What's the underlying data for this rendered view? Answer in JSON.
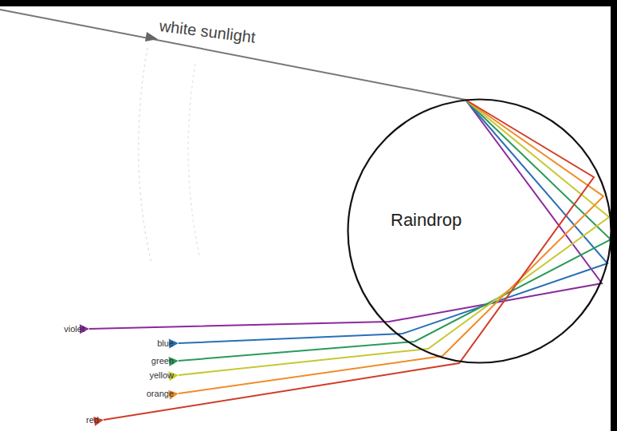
{
  "diagram": {
    "nodes": [
      {
        "text": [
          "Raindrop"
        ]
      }
    ],
    "labels": [
      "white sunlight",
      "violet",
      "blue",
      "green",
      "yellow",
      "orange",
      "red"
    ]
  }
}
